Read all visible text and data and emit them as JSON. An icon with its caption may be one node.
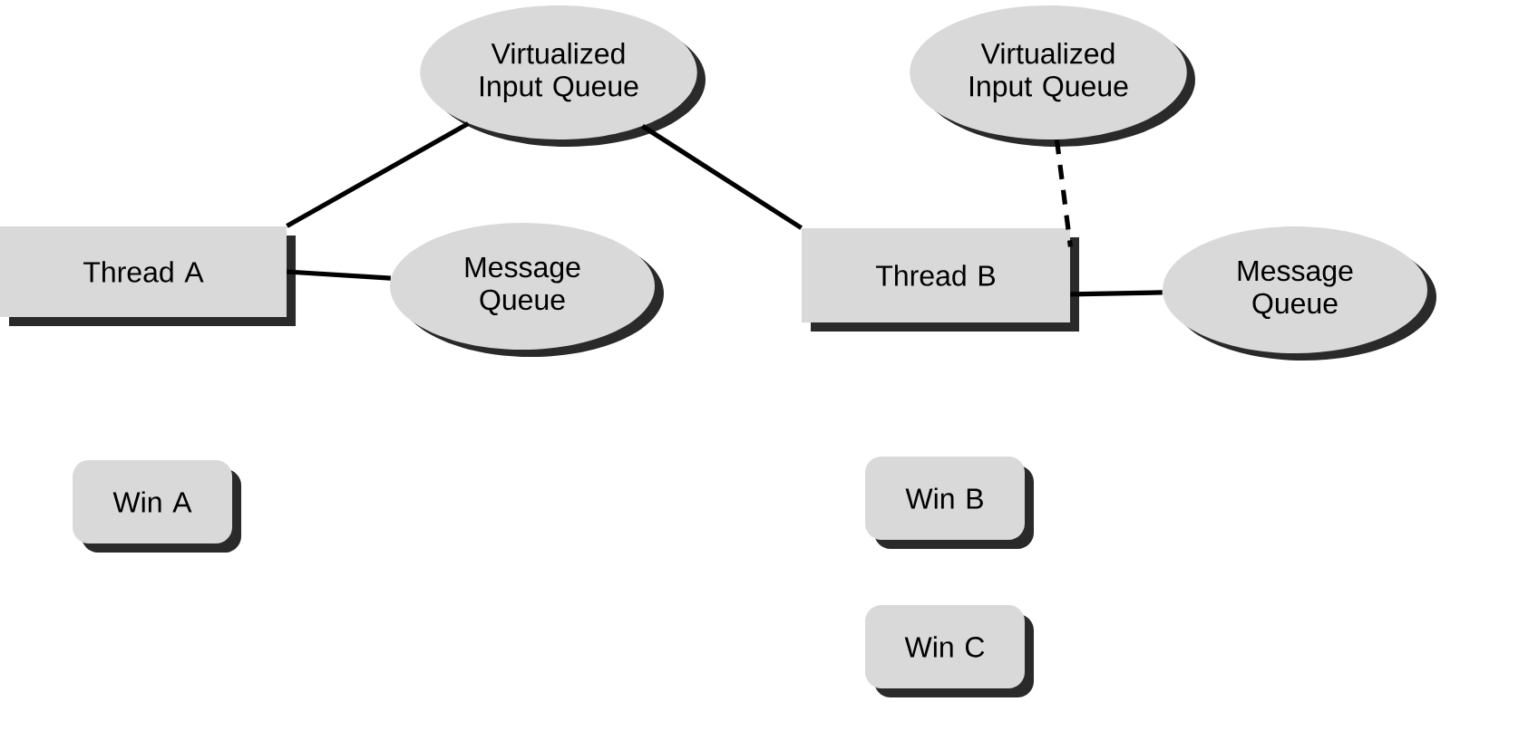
{
  "diagram": {
    "nodes": [
      {
        "text": [
          "Virtualized Input Queue"
        ]
      },
      {
        "text": [
          "Virtualized Input Queue"
        ]
      },
      {
        "text": [
          "Thread A"
        ]
      },
      {
        "text": [
          "Message Queue"
        ]
      },
      {
        "text": [
          "Thread B"
        ]
      },
      {
        "text": [
          "Message Queue"
        ]
      },
      {
        "text": [
          "Win A"
        ]
      },
      {
        "text": [
          "Win B"
        ]
      },
      {
        "text": [
          "Win C"
        ]
      }
    ],
    "edges": [
      {
        "from": 0,
        "to": 2,
        "arrow": "none"
      },
      {
        "from": 2,
        "to": 3,
        "arrow": "none"
      },
      {
        "from": 0,
        "to": 4,
        "arrow": "none"
      },
      {
        "from": 1,
        "to": 4,
        "arrow": "none",
        "style": "dashed"
      },
      {
        "from": 4,
        "to": 5,
        "arrow": "none"
      }
    ]
  }
}
